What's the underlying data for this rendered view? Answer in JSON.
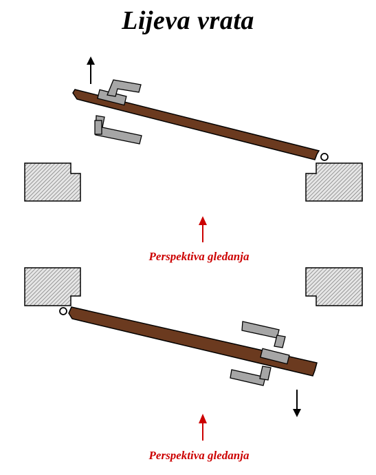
{
  "title": "Lijeva vrata",
  "views": [
    {
      "perspective_label": "Perspektiva gledanja"
    },
    {
      "perspective_label": "Perspektiva gledanja"
    }
  ],
  "colors": {
    "door_panel": "#6b3a1f",
    "frame_fill": "#d9d9d9",
    "handle_fill": "#a6a6a6",
    "perspective_text": "#cc0000",
    "perspective_arrow": "#cc0000",
    "outline": "#000000"
  },
  "icons": {
    "movement_arrow_up": "arrow-up",
    "movement_arrow_down": "arrow-down",
    "perspective_arrow": "arrow-up",
    "hinge": "circle"
  }
}
